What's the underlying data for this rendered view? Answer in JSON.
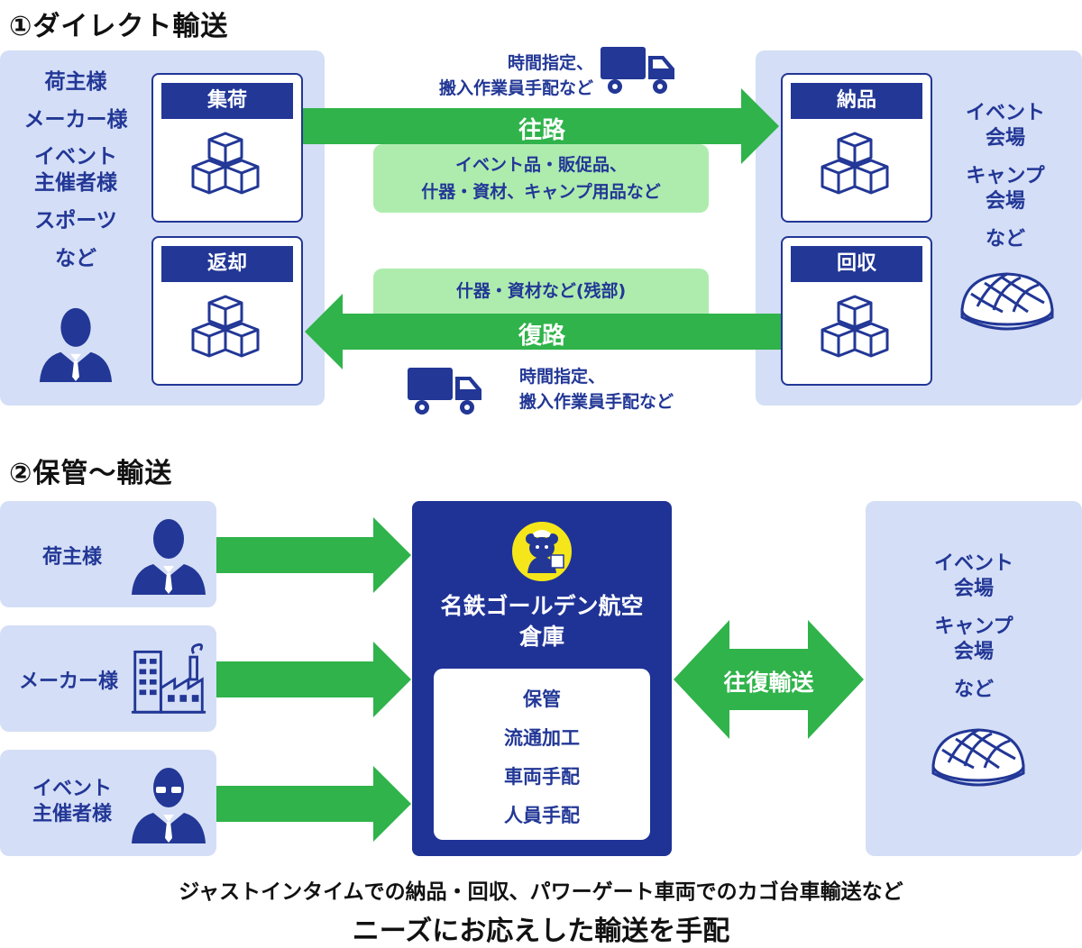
{
  "section1": {
    "title": "①ダイレクト輸送",
    "shippers": [
      "荷主様",
      "メーカー様",
      "イベント\n主催者様",
      "スポーツ",
      "など"
    ],
    "cards": {
      "pickup": "集荷",
      "return": "返却",
      "delivery": "納品",
      "collection": "回収"
    },
    "outbound": {
      "label": "往路",
      "note": "時間指定、\n搬入作業員手配など",
      "goods": "イベント品・販促品、\n什器・資材、キャンプ用品など"
    },
    "inbound": {
      "label": "復路",
      "note": "時間指定、\n搬入作業員手配など",
      "goods": "什器・資材など(残部)"
    },
    "destinations": [
      "イベント\n会場",
      "キャンプ\n会場",
      "など"
    ]
  },
  "section2": {
    "title": "②保管〜輸送",
    "clients": [
      "荷主様",
      "メーカー様",
      "イベント\n主催者様"
    ],
    "warehouse": {
      "name": "名鉄ゴールデン航空\n倉庫",
      "services": [
        "保管",
        "流通加工",
        "車両手配",
        "人員手配"
      ]
    },
    "roundtrip": "往復輸送",
    "destinations": [
      "イベント\n会場",
      "キャンプ\n会場",
      "など"
    ]
  },
  "footer": {
    "line1": "ジャストインタイムでの納品・回収、パワーゲート車両でのカゴ台車輸送など",
    "line2": "ニーズにお応えした輸送を手配"
  },
  "colors": {
    "navy": "#223796",
    "green": "#2fb34a",
    "lightgreen": "#aeecae",
    "panel": "#d4def6"
  }
}
